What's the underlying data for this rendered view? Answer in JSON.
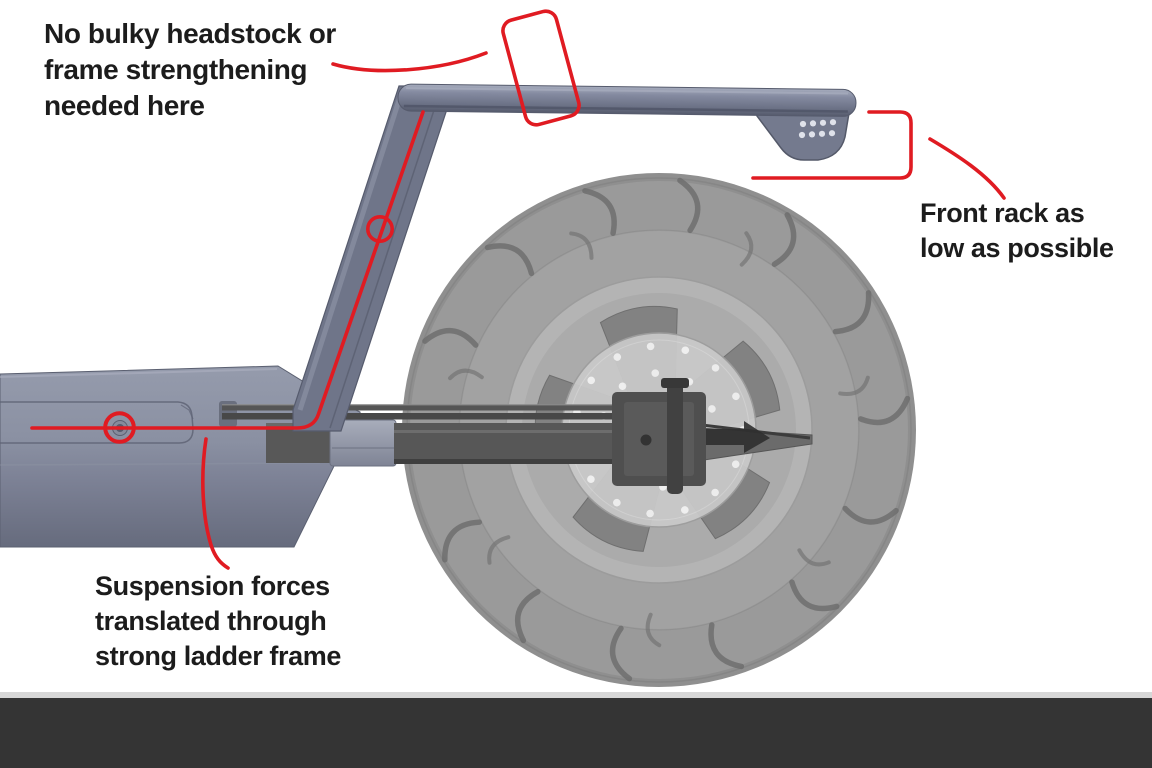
{
  "figure": {
    "description": "Side-view CAD render of an electric scooter chassis: rear body panel, diagonal and horizontal frame tubes, front rack plate with holes, swingarm and front wheel with brake disc; red callout marks highlight design features",
    "footer_bar": ""
  },
  "annotations": {
    "headstock_note": {
      "lines": [
        "No bulky headstock or",
        "frame strengthening",
        "needed here"
      ]
    },
    "front_rack_note": {
      "lines": [
        "Front rack as",
        "low as possible"
      ]
    },
    "suspension_note": {
      "lines": [
        "Suspension forces",
        "translated through",
        "strong ladder frame"
      ]
    }
  },
  "colors": {
    "annotation_red": "#e01b22",
    "text_black": "#1c1c1c",
    "frame_gray_blue": "#6f7589",
    "body_light": "#959bac",
    "body_dark": "#666b7d",
    "wheel_gray": "#9a9a9a",
    "footer_bar": "#343434",
    "background": "#ffffff"
  }
}
